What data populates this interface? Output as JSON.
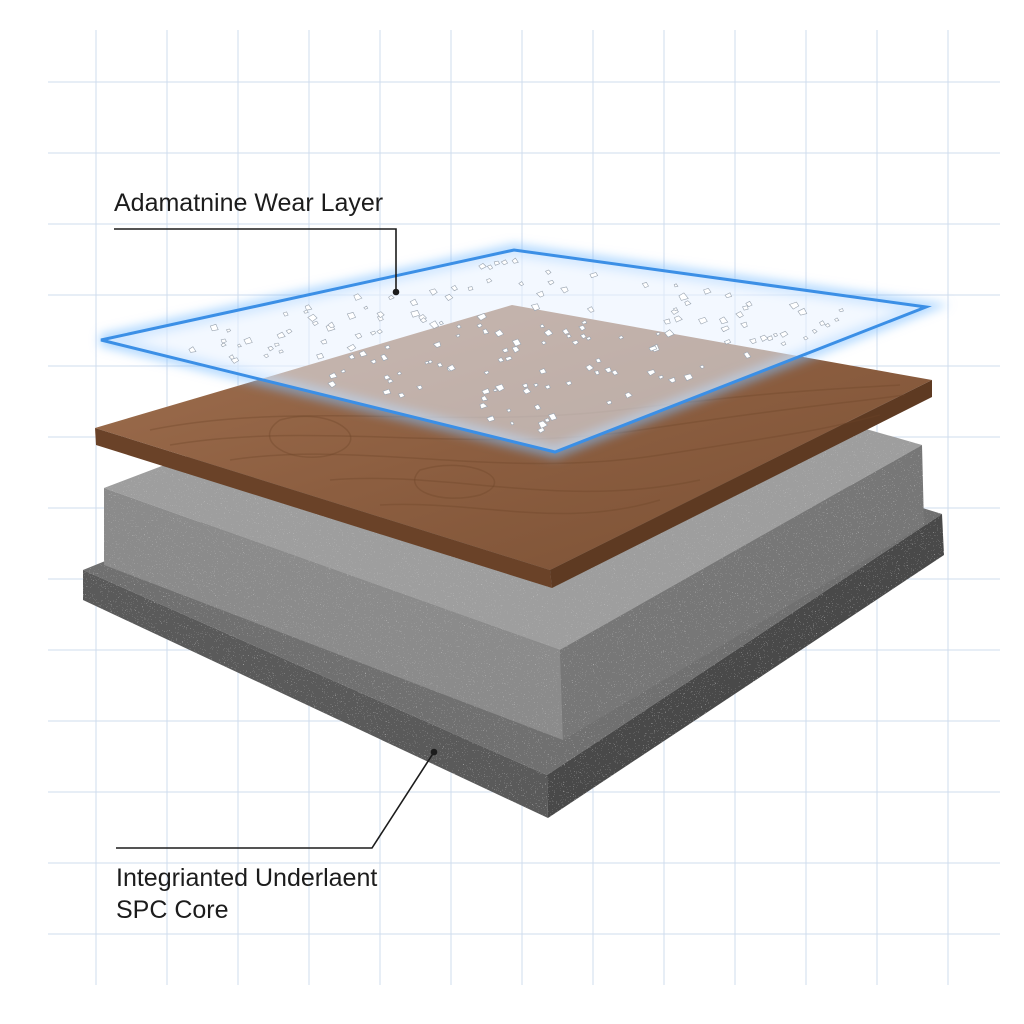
{
  "labels": {
    "wear_layer": "Adamatnine Wear Layer",
    "core_line1": "Integrianted Underlaent",
    "core_line2": "SPC Core"
  },
  "colors": {
    "grid": "#cfdcee",
    "wear_edge": "#3b8fe6",
    "wear_glow": "#7fc0ff",
    "wood": "#8f6142",
    "wood_edge": "#6a4228",
    "core_top": "#9a9a9a",
    "core_side": "#7c7c7c",
    "base_top": "#6f6f6f",
    "base_side": "#525252",
    "leader": "#1c1c1c"
  }
}
